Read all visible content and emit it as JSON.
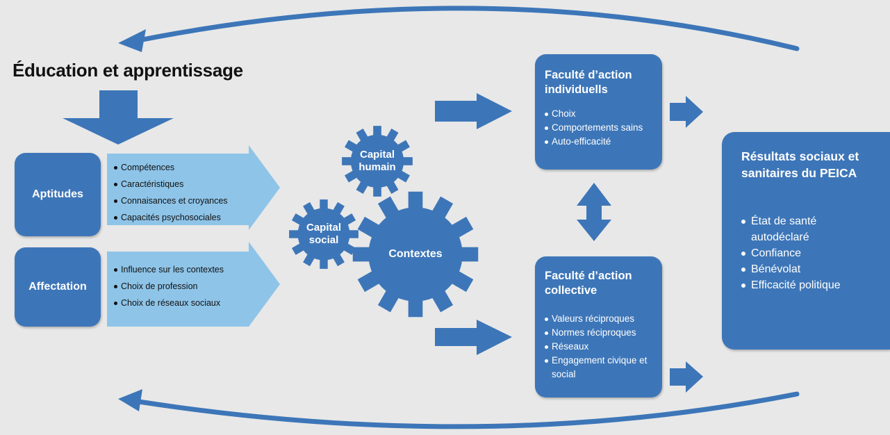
{
  "title": "Éducation et apprentissage",
  "aptitudes": {
    "label": "Aptitudes",
    "items": [
      "Compétences",
      "Caractéristiques",
      "Connaisances et croyances",
      "Capacités psychosociales"
    ]
  },
  "affectation": {
    "label": "Affectation",
    "items": [
      "Influence sur les contextes",
      "Choix de profession",
      "Choix de réseaux sociaux"
    ]
  },
  "gears": {
    "capital_humain": [
      "Capital",
      "humain"
    ],
    "capital_social": [
      "Capital",
      "social"
    ],
    "contextes": "Contextes"
  },
  "faculte_individuelle": {
    "title": [
      "Faculté d’action",
      "individuells"
    ],
    "items": [
      "Choix",
      "Comportements sains",
      "Auto-efficacité"
    ]
  },
  "faculte_collective": {
    "title": [
      "Faculté d’action",
      "collective"
    ],
    "items": [
      "Valeurs réciproques",
      "Normes réciproques",
      "Réseaux",
      "Engagement civique et social"
    ]
  },
  "resultats": {
    "title": [
      "Résultats sociaux et",
      "sanitaires du PEICA"
    ],
    "items": [
      "État de santé autodéclaré",
      "Confiance",
      "Bénévolat",
      "Efficacité politique"
    ]
  },
  "colors": {
    "box": "#3d76b8",
    "arrow_light": "#8ec4e8",
    "arrow_dark": "#3d76b8",
    "background": "#e8e8e8"
  }
}
